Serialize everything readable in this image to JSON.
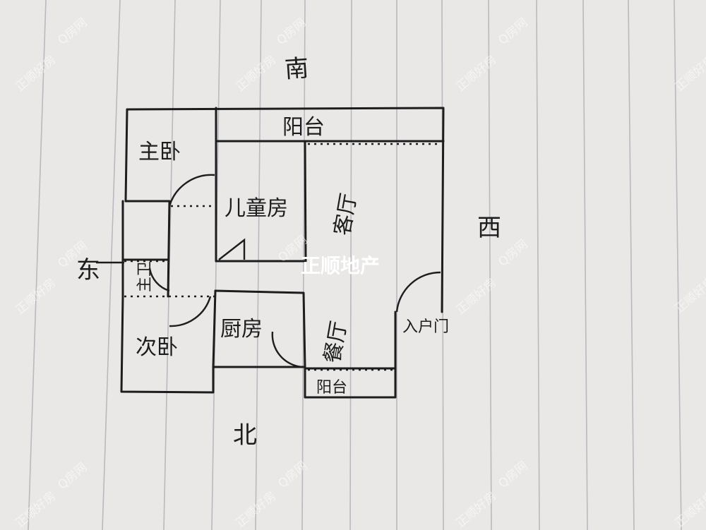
{
  "directions": {
    "south": "南",
    "north": "北",
    "east": "东",
    "west": "西"
  },
  "rooms": {
    "master_bedroom": "主卧",
    "master_bathroom": "主卫",
    "kids_room": "儿童房",
    "living_room": "客厅",
    "kitchen": "厨房",
    "second_bedroom": "次卧",
    "dining_room": "餐厅",
    "entrance": "入户门",
    "balcony_south": "阳台",
    "balcony_north": "阳台"
  },
  "brand": "正顺地产",
  "watermarks": {
    "site": "Q房网",
    "slogan": "正顺好房"
  },
  "colors": {
    "paper": "#e9e8e6",
    "ruled_line": "#b8b8be",
    "ink": "#1d1d1d",
    "watermark": "#ffffff"
  }
}
